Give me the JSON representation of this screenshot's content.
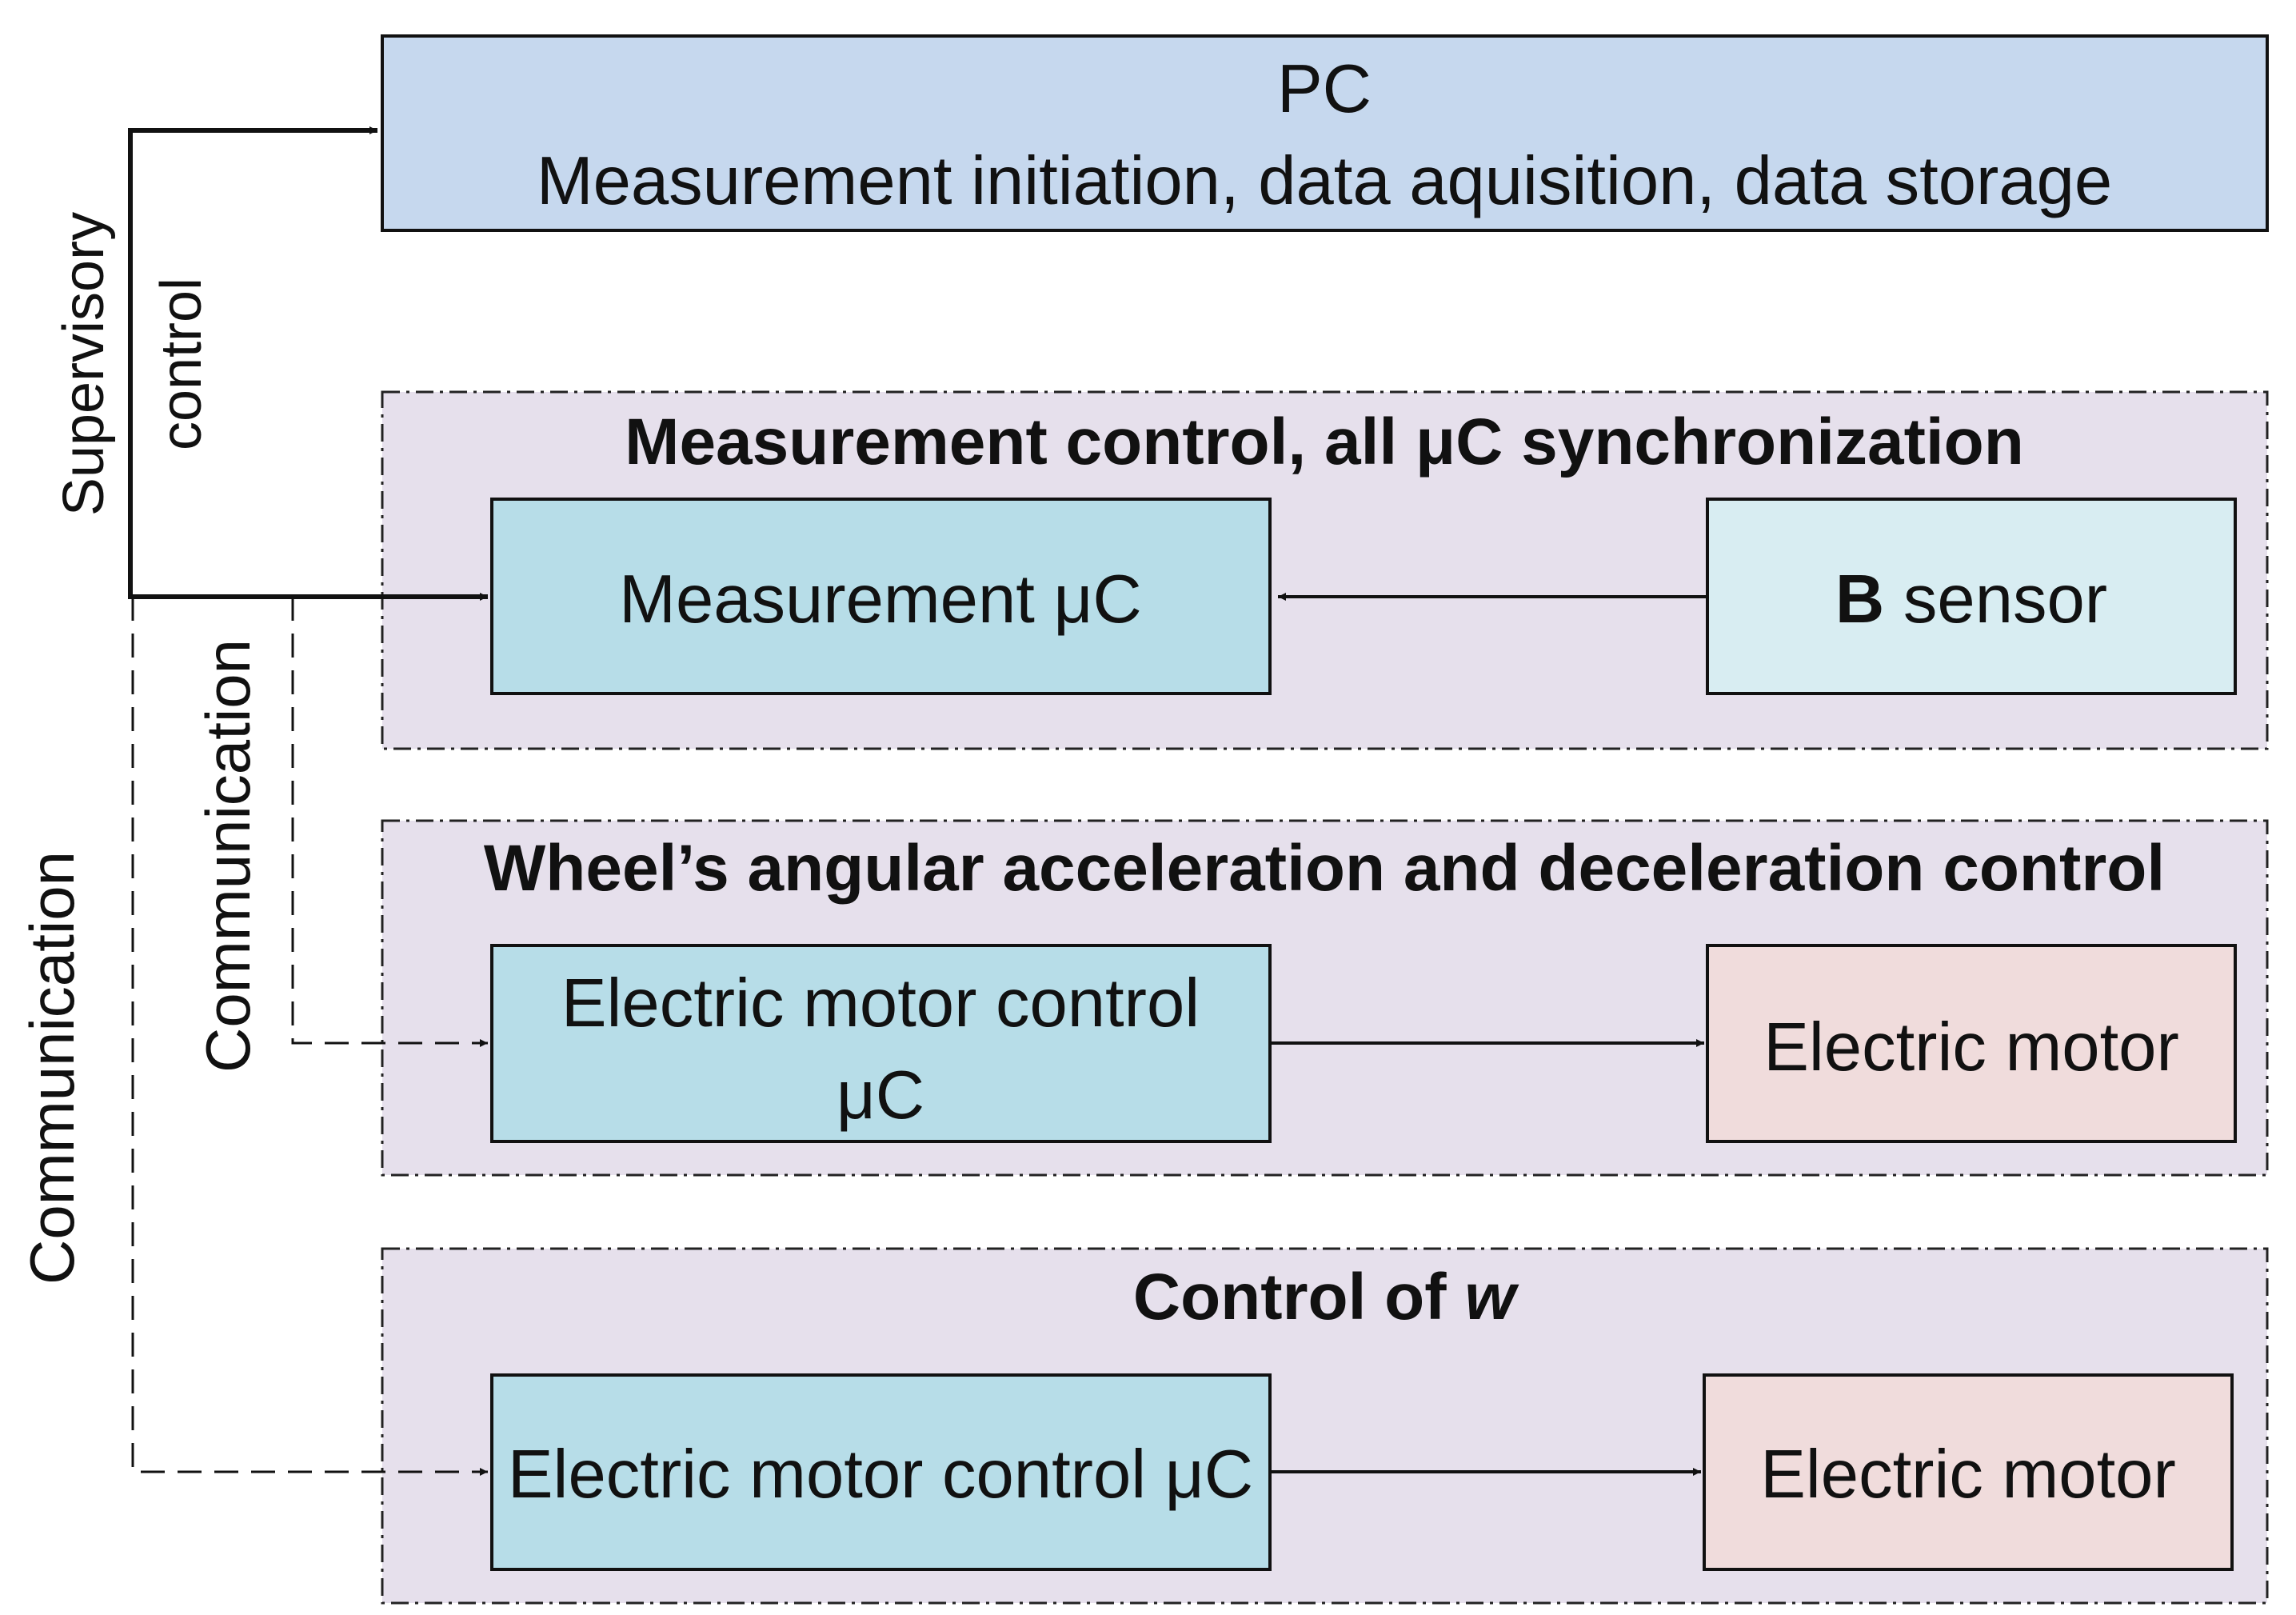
{
  "colors": {
    "pc_box": "#c6d8ee",
    "group_bg": "#e6e0ec",
    "controller_box": "#b7dde8",
    "sensor_box": "#d8edf2",
    "motor_box": "#f0dcdc",
    "line": "#111111"
  },
  "pc": {
    "title": "PC",
    "subtitle": "Measurement initiation, data aquisition, data storage"
  },
  "groups": [
    {
      "title": "Measurement control, all μC synchronization",
      "controller": {
        "label": "Measurement μC"
      },
      "peer": {
        "label_bold": "B",
        "label": " sensor"
      }
    },
    {
      "title": "Wheel’s angular acceleration and deceleration control",
      "controller": {
        "line1": "Electric motor control",
        "line2": "μC"
      },
      "peer": {
        "label": "Electric motor"
      }
    },
    {
      "title_prefix": "Control of ",
      "title_var": "w",
      "controller": {
        "label": "Electric motor control μC"
      },
      "peer": {
        "label": "Electric motor"
      }
    }
  ],
  "side_labels": {
    "supervisory_line1": "Supervisory",
    "supervisory_line2": "control",
    "communication_inner": "Communication",
    "communication_outer": "Communication"
  }
}
